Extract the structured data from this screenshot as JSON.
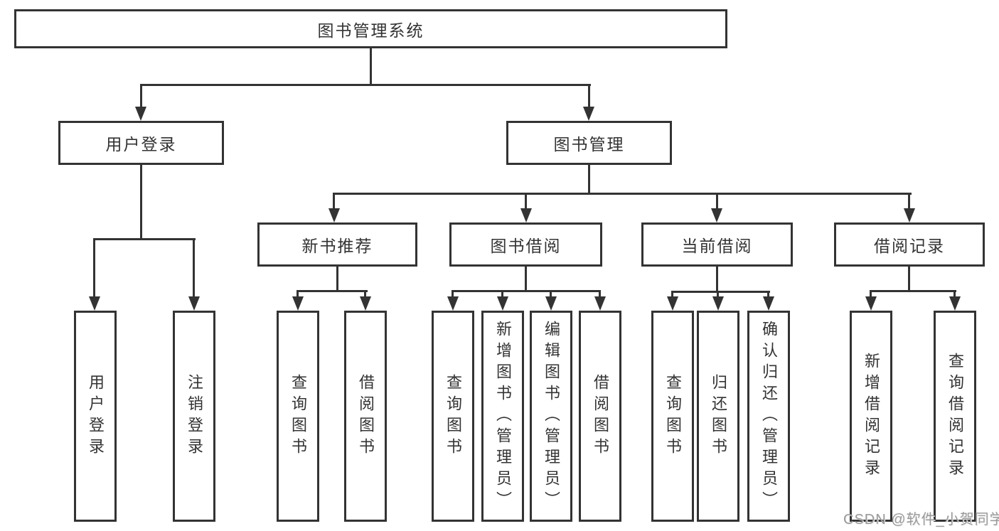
{
  "diagram": {
    "title": "图书管理系统",
    "colors": {
      "line": "#333333",
      "text": "#333333",
      "background": "#ffffff",
      "watermark_text": "#9a9a9a"
    },
    "nodes": {
      "root": "图书管理系统",
      "userLogin": "用户登录",
      "bookManagement": "图书管理",
      "newBookRecommend": "新书推荐",
      "bookBorrowing": "图书借阅",
      "currentBorrowing": "当前借阅",
      "borrowingRecords": "借阅记录",
      "leafUserLogin": "用户登录",
      "leafLogout": "注销登录",
      "leafQueryBooksRec": "查询图书",
      "leafBorrowBooksRec": "借阅图书",
      "leafQueryBooksBor": "查询图书",
      "leafAddBooksAdmin": "新增图书（管理员）",
      "leafEditBooksAdmin": "编辑图书（管理员）",
      "leafBorrowBooksBor": "借阅图书",
      "leafQueryBooksCur": "查询图书",
      "leafReturnBooks": "归还图书",
      "leafConfirmReturnAdmin": "确认归还（管理员）",
      "leafAddBorrowRecord": "新增借阅记录",
      "leafQueryBorrowRecord": "查询借阅记录"
    },
    "watermark": "CSDN @软件_小贺同学"
  }
}
